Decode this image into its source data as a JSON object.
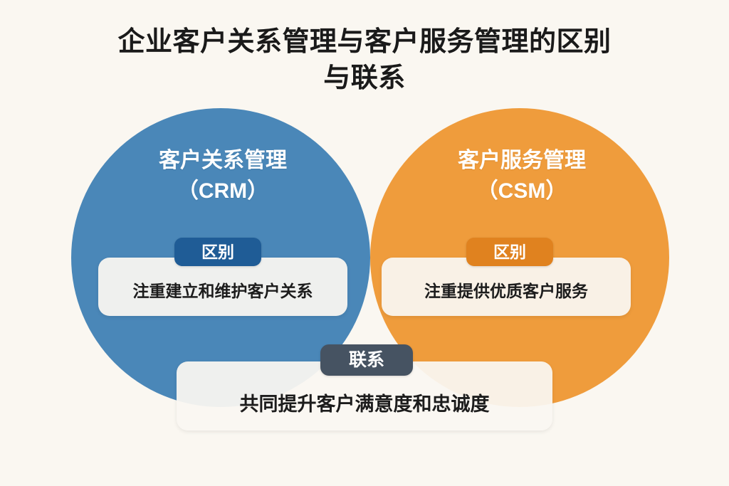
{
  "page": {
    "title": "企业客户关系管理与客户服务管理的区别\n与联系",
    "background_color": "#faf7f1",
    "title_color": "#1a1a1a"
  },
  "venn": {
    "left_circle": {
      "label": "客户关系管理\n（CRM）",
      "color": "#4a87b8",
      "text_color": "#ffffff"
    },
    "right_circle": {
      "label": "客户服务管理\n（CSM）",
      "color": "#ef9c3c",
      "text_color": "#ffffff"
    },
    "overlap": {
      "color": "#5d6b7a"
    }
  },
  "cards": {
    "left": {
      "badge": "区别",
      "badge_color": "#1f5c96",
      "text": "注重建立和维护客户关系",
      "background": "#faf7f1"
    },
    "right": {
      "badge": "区别",
      "badge_color": "#e0821f",
      "text": "注重提供优质客户服务",
      "background": "#faf7f1"
    },
    "bottom": {
      "badge": "联系",
      "badge_color": "#465362",
      "text": "共同提升客户满意度和忠诚度",
      "background": "#faf7f1"
    }
  }
}
